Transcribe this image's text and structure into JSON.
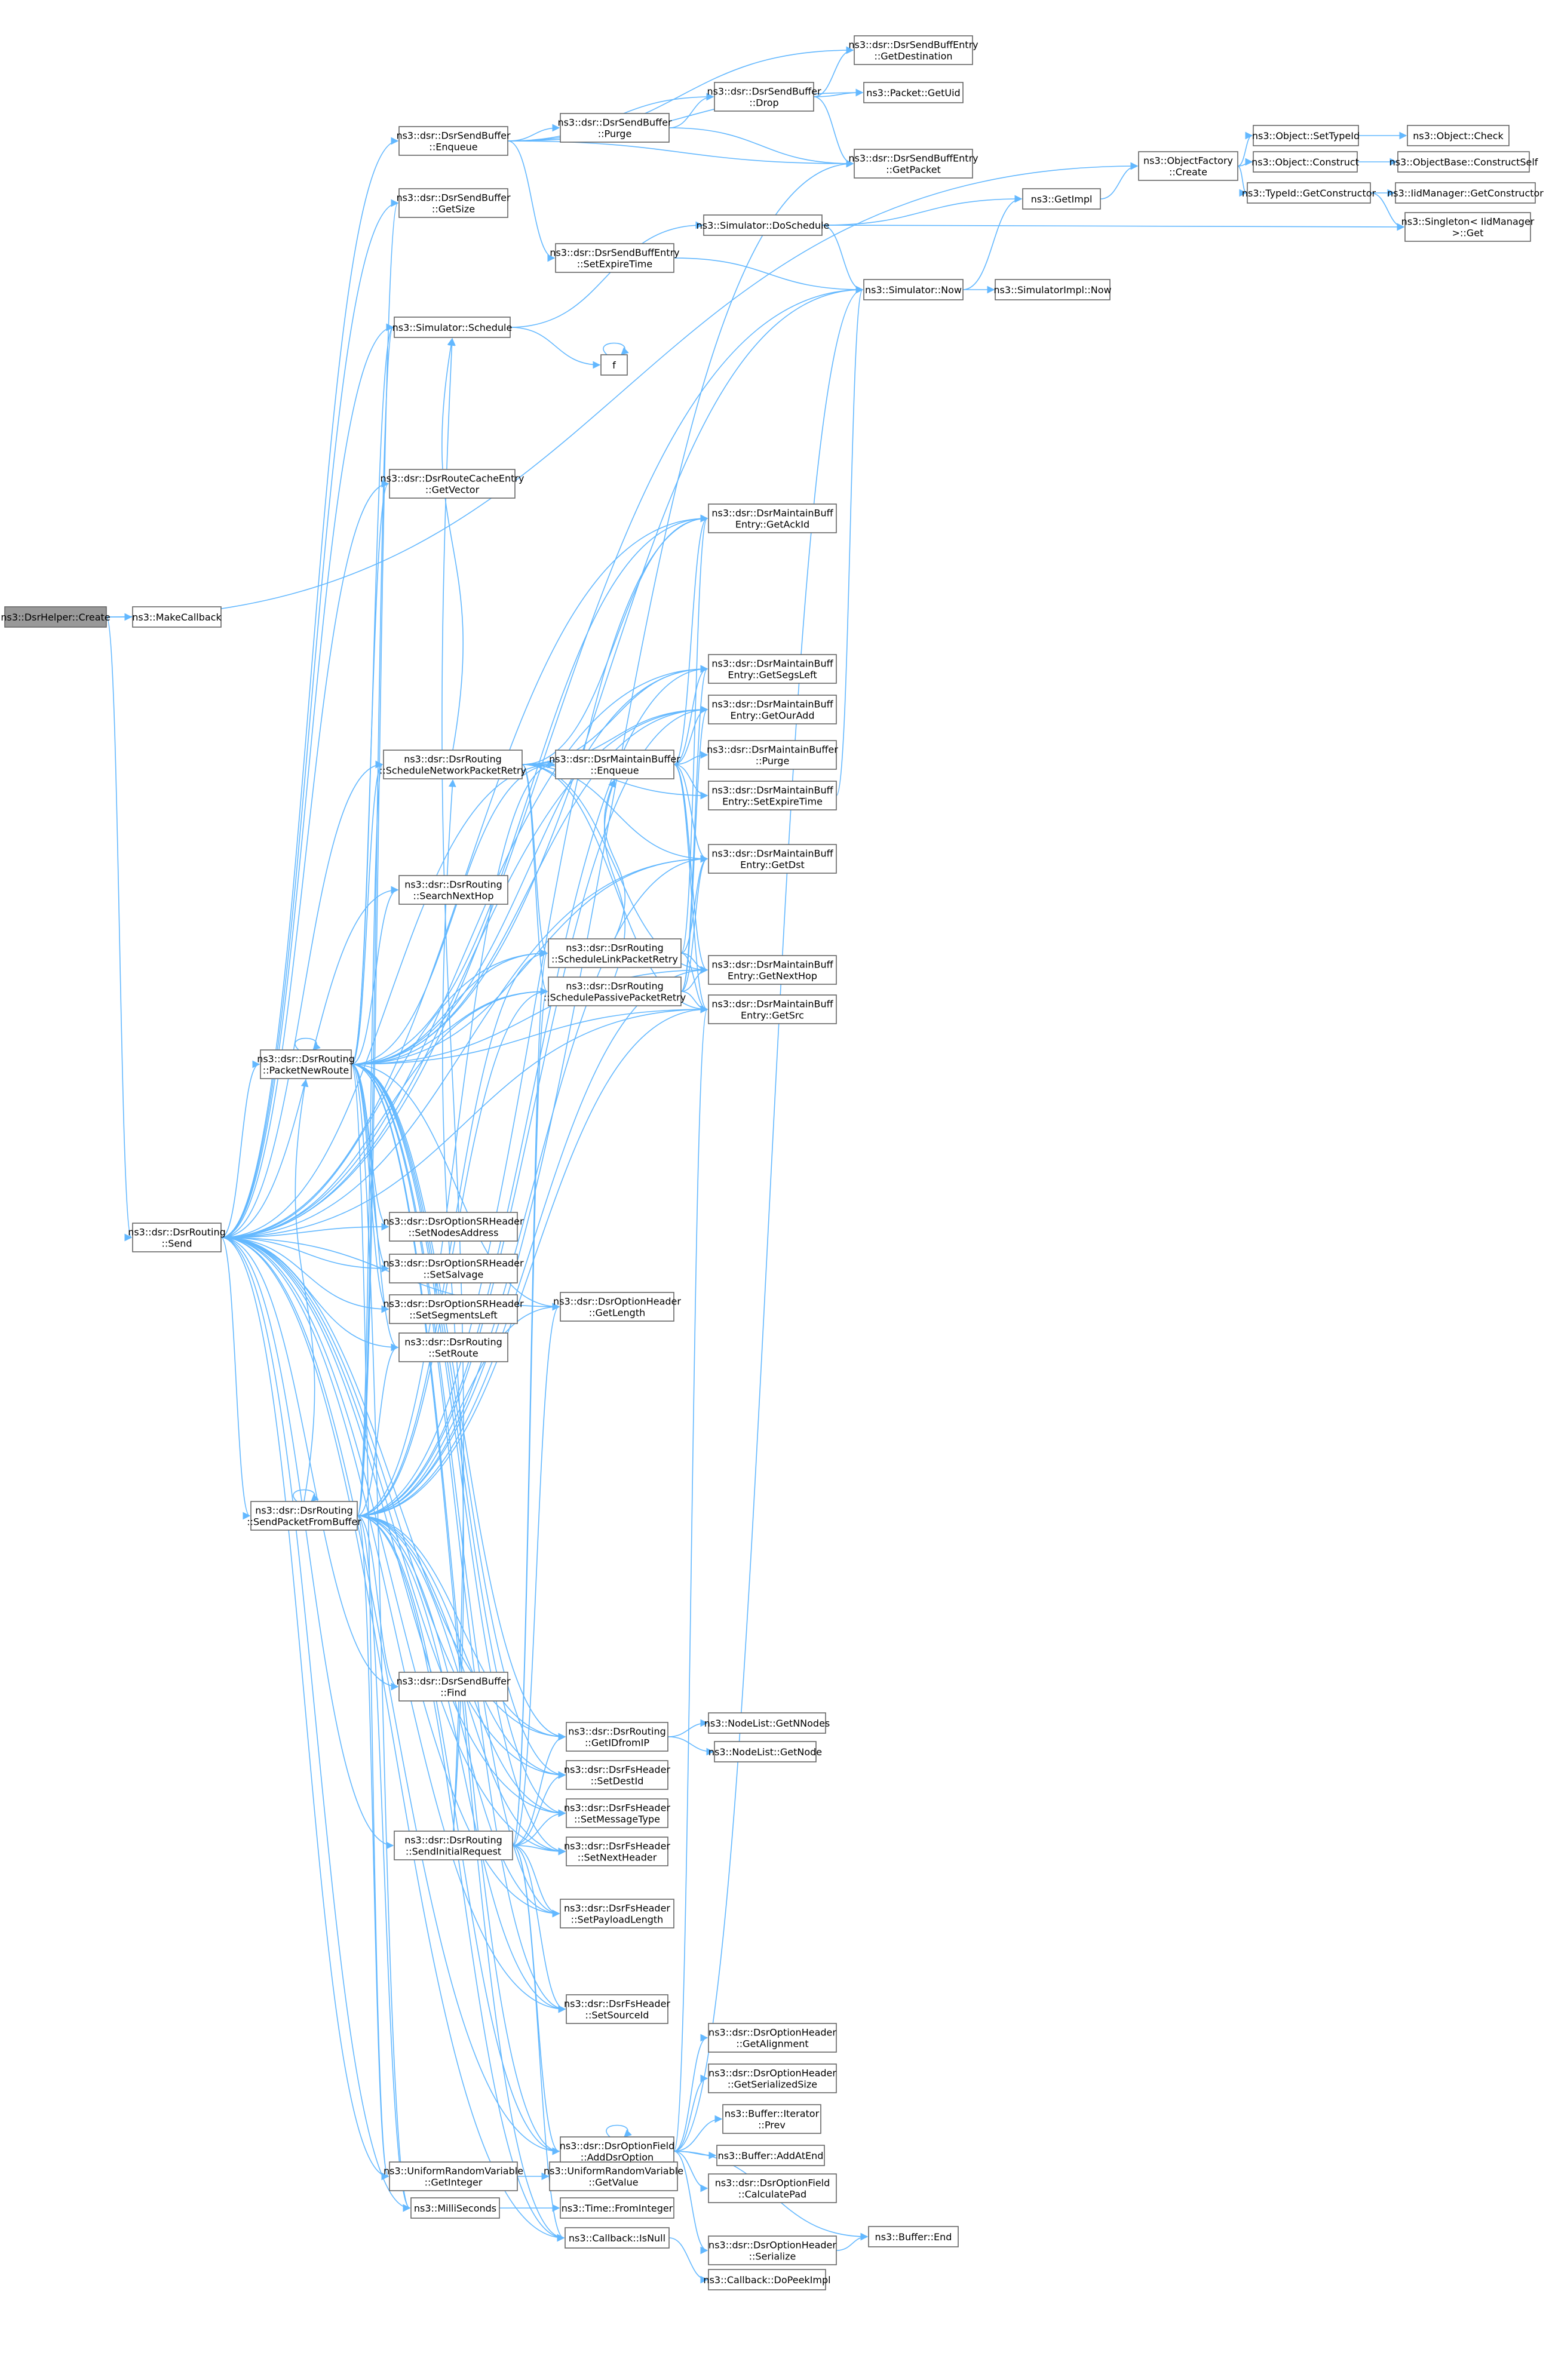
{
  "diagram": {
    "nodes": [
      {
        "id": "create",
        "lines": [
          "ns3::DsrHelper::Create"
        ],
        "style": "current"
      },
      {
        "id": "makecb",
        "lines": [
          "ns3::MakeCallback"
        ],
        "style": "normal"
      },
      {
        "id": "send",
        "lines": [
          "ns3::dsr::DsrRouting",
          "::Send"
        ],
        "style": "normal"
      },
      {
        "id": "pnr",
        "lines": [
          "ns3::dsr::DsrRouting",
          "::PacketNewRoute"
        ],
        "style": "normal"
      },
      {
        "id": "spfb",
        "lines": [
          "ns3::dsr::DsrRouting",
          "::SendPacketFromBuffer"
        ],
        "style": "red"
      },
      {
        "id": "sbenq",
        "lines": [
          "ns3::dsr::DsrSendBuffer",
          "::Enqueue"
        ],
        "style": "normal"
      },
      {
        "id": "sbgetsize",
        "lines": [
          "ns3::dsr::DsrSendBuffer",
          "::GetSize"
        ],
        "style": "normal"
      },
      {
        "id": "schedule",
        "lines": [
          "ns3::Simulator::Schedule"
        ],
        "style": "red"
      },
      {
        "id": "rcegetvec",
        "lines": [
          "ns3::dsr::DsrRouteCacheEntry",
          "::GetVector"
        ],
        "style": "normal"
      },
      {
        "id": "snprt",
        "lines": [
          "ns3::dsr::DsrRouting",
          "::ScheduleNetworkPacketRetry"
        ],
        "style": "red"
      },
      {
        "id": "snh",
        "lines": [
          "ns3::dsr::DsrRouting",
          "::SearchNextHop"
        ],
        "style": "normal"
      },
      {
        "id": "setnodes",
        "lines": [
          "ns3::dsr::DsrOptionSRHeader",
          "::SetNodesAddress"
        ],
        "style": "red"
      },
      {
        "id": "setsalv",
        "lines": [
          "ns3::dsr::DsrOptionSRHeader",
          "::SetSalvage"
        ],
        "style": "normal"
      },
      {
        "id": "setsegs",
        "lines": [
          "ns3::dsr::DsrOptionSRHeader",
          "::SetSegmentsLeft"
        ],
        "style": "normal"
      },
      {
        "id": "setroute",
        "lines": [
          "ns3::dsr::DsrRouting",
          "::SetRoute"
        ],
        "style": "normal"
      },
      {
        "id": "sbfind",
        "lines": [
          "ns3::dsr::DsrSendBuffer",
          "::Find"
        ],
        "style": "normal"
      },
      {
        "id": "sir",
        "lines": [
          "ns3::dsr::DsrRouting",
          "::SendInitialRequest"
        ],
        "style": "red"
      },
      {
        "id": "getint",
        "lines": [
          "ns3::UniformRandomVariable",
          "::GetInteger"
        ],
        "style": "normal"
      },
      {
        "id": "ms",
        "lines": [
          "ns3::MilliSeconds"
        ],
        "style": "normal"
      },
      {
        "id": "sbpurge",
        "lines": [
          "ns3::dsr::DsrSendBuffer",
          "::Purge"
        ],
        "style": "normal"
      },
      {
        "id": "sbeset",
        "lines": [
          "ns3::dsr::DsrSendBuffEntry",
          "::SetExpireTime"
        ],
        "style": "normal"
      },
      {
        "id": "f",
        "lines": [
          "f"
        ],
        "style": "normal"
      },
      {
        "id": "mbenq",
        "lines": [
          "ns3::dsr::DsrMaintainBuffer",
          "::Enqueue"
        ],
        "style": "normal"
      },
      {
        "id": "slprt",
        "lines": [
          "ns3::dsr::DsrRouting",
          "::ScheduleLinkPacketRetry"
        ],
        "style": "red"
      },
      {
        "id": "spprt",
        "lines": [
          "ns3::dsr::DsrRouting",
          "::SchedulePassivePacketRetry"
        ],
        "style": "red"
      },
      {
        "id": "ohlen",
        "lines": [
          "ns3::dsr::DsrOptionHeader",
          "::GetLength"
        ],
        "style": "normal"
      },
      {
        "id": "getid",
        "lines": [
          "ns3::dsr::DsrRouting",
          "::GetIDfromIP"
        ],
        "style": "normal"
      },
      {
        "id": "fsdest",
        "lines": [
          "ns3::dsr::DsrFsHeader",
          "::SetDestId"
        ],
        "style": "normal"
      },
      {
        "id": "fsmsg",
        "lines": [
          "ns3::dsr::DsrFsHeader",
          "::SetMessageType"
        ],
        "style": "normal"
      },
      {
        "id": "fsnext",
        "lines": [
          "ns3::dsr::DsrFsHeader",
          "::SetNextHeader"
        ],
        "style": "normal"
      },
      {
        "id": "fspay",
        "lines": [
          "ns3::dsr::DsrFsHeader",
          "::SetPayloadLength"
        ],
        "style": "normal"
      },
      {
        "id": "fssrc",
        "lines": [
          "ns3::dsr::DsrFsHeader",
          "::SetSourceId"
        ],
        "style": "normal"
      },
      {
        "id": "addopt",
        "lines": [
          "ns3::dsr::DsrOptionField",
          "::AddDsrOption"
        ],
        "style": "normal"
      },
      {
        "id": "isnull",
        "lines": [
          "ns3::Callback::IsNull"
        ],
        "style": "normal"
      },
      {
        "id": "getval",
        "lines": [
          "ns3::UniformRandomVariable",
          "::GetValue"
        ],
        "style": "normal"
      },
      {
        "id": "sbdrop",
        "lines": [
          "ns3::dsr::DsrSendBuffer",
          "::Drop"
        ],
        "style": "normal"
      },
      {
        "id": "dosched",
        "lines": [
          "ns3::Simulator::DoSchedule"
        ],
        "style": "red"
      },
      {
        "id": "mbackid",
        "lines": [
          "ns3::dsr::DsrMaintainBuff",
          "Entry::GetAckId"
        ],
        "style": "normal"
      },
      {
        "id": "mbsegs",
        "lines": [
          "ns3::dsr::DsrMaintainBuff",
          "Entry::GetSegsLeft"
        ],
        "style": "normal"
      },
      {
        "id": "mbours",
        "lines": [
          "ns3::dsr::DsrMaintainBuff",
          "Entry::GetOurAdd"
        ],
        "style": "normal"
      },
      {
        "id": "mbpurge",
        "lines": [
          "ns3::dsr::DsrMaintainBuffer",
          "::Purge"
        ],
        "style": "normal"
      },
      {
        "id": "mbexp",
        "lines": [
          "ns3::dsr::DsrMaintainBuff",
          "Entry::SetExpireTime"
        ],
        "style": "normal"
      },
      {
        "id": "mbdst",
        "lines": [
          "ns3::dsr::DsrMaintainBuff",
          "Entry::GetDst"
        ],
        "style": "normal"
      },
      {
        "id": "mbnext",
        "lines": [
          "ns3::dsr::DsrMaintainBuff",
          "Entry::GetNextHop"
        ],
        "style": "normal"
      },
      {
        "id": "mbsrc",
        "lines": [
          "ns3::dsr::DsrMaintainBuff",
          "Entry::GetSrc"
        ],
        "style": "normal"
      },
      {
        "id": "nlgetn",
        "lines": [
          "ns3::NodeList::GetNNodes"
        ],
        "style": "red"
      },
      {
        "id": "nlget",
        "lines": [
          "ns3::NodeList::GetNode"
        ],
        "style": "red"
      },
      {
        "id": "ohalign",
        "lines": [
          "ns3::dsr::DsrOptionHeader",
          "::GetAlignment"
        ],
        "style": "normal"
      },
      {
        "id": "ohser",
        "lines": [
          "ns3::dsr::DsrOptionHeader",
          "::GetSerializedSize"
        ],
        "style": "normal"
      },
      {
        "id": "bufprev",
        "lines": [
          "ns3::Buffer::Iterator",
          "::Prev"
        ],
        "style": "normal"
      },
      {
        "id": "bufadd",
        "lines": [
          "ns3::Buffer::AddAtEnd"
        ],
        "style": "red"
      },
      {
        "id": "calcpad",
        "lines": [
          "ns3::dsr::DsrOptionField",
          "::CalculatePad"
        ],
        "style": "red"
      },
      {
        "id": "ohserialize",
        "lines": [
          "ns3::dsr::DsrOptionHeader",
          "::Serialize"
        ],
        "style": "red"
      },
      {
        "id": "dopeek",
        "lines": [
          "ns3::Callback::DoPeekImpl"
        ],
        "style": "red"
      },
      {
        "id": "fromint",
        "lines": [
          "ns3::Time::FromInteger"
        ],
        "style": "red"
      },
      {
        "id": "sbedest",
        "lines": [
          "ns3::dsr::DsrSendBuffEntry",
          "::GetDestination"
        ],
        "style": "normal"
      },
      {
        "id": "getuid",
        "lines": [
          "ns3::Packet::GetUid"
        ],
        "style": "red"
      },
      {
        "id": "sbepkt",
        "lines": [
          "ns3::dsr::DsrSendBuffEntry",
          "::GetPacket"
        ],
        "style": "normal"
      },
      {
        "id": "getimpl",
        "lines": [
          "ns3::GetImpl"
        ],
        "style": "red"
      },
      {
        "id": "simnow",
        "lines": [
          "ns3::Simulator::Now"
        ],
        "style": "normal"
      },
      {
        "id": "bufend",
        "lines": [
          "ns3::Buffer::End"
        ],
        "style": "red"
      },
      {
        "id": "ofcreate",
        "lines": [
          "ns3::ObjectFactory",
          "::Create"
        ],
        "style": "normal"
      },
      {
        "id": "simimplnow",
        "lines": [
          "ns3::SimulatorImpl::Now"
        ],
        "style": "normal"
      },
      {
        "id": "settypeid",
        "lines": [
          "ns3::Object::SetTypeId"
        ],
        "style": "normal"
      },
      {
        "id": "objconstruct",
        "lines": [
          "ns3::Object::Construct"
        ],
        "style": "normal"
      },
      {
        "id": "tidgetctor",
        "lines": [
          "ns3::TypeId::GetConstructor"
        ],
        "style": "normal"
      },
      {
        "id": "singleton",
        "lines": [
          "ns3::Singleton< IidManager",
          ">::Get"
        ],
        "style": "normal"
      },
      {
        "id": "objcheck",
        "lines": [
          "ns3::Object::Check"
        ],
        "style": "red"
      },
      {
        "id": "obconstructself",
        "lines": [
          "ns3::ObjectBase::ConstructSelf"
        ],
        "style": "red"
      },
      {
        "id": "iidgetctor",
        "lines": [
          "ns3::IidManager::GetConstructor"
        ],
        "style": "red"
      }
    ],
    "edges": [
      [
        "create",
        "makecb"
      ],
      [
        "create",
        "send"
      ],
      [
        "create",
        "ofcreate"
      ],
      [
        "send",
        "pnr"
      ],
      [
        "send",
        "spfb"
      ],
      [
        "send",
        "sbenq"
      ],
      [
        "send",
        "sbgetsize"
      ],
      [
        "send",
        "schedule"
      ],
      [
        "send",
        "rcegetvec"
      ],
      [
        "send",
        "snprt"
      ],
      [
        "send",
        "snh"
      ],
      [
        "send",
        "setnodes"
      ],
      [
        "send",
        "setsalv"
      ],
      [
        "send",
        "setsegs"
      ],
      [
        "send",
        "setroute"
      ],
      [
        "send",
        "sbfind"
      ],
      [
        "send",
        "sir"
      ],
      [
        "send",
        "getint"
      ],
      [
        "send",
        "ms"
      ],
      [
        "send",
        "getid"
      ],
      [
        "send",
        "fsdest"
      ],
      [
        "send",
        "fsmsg"
      ],
      [
        "send",
        "fsnext"
      ],
      [
        "send",
        "fspay"
      ],
      [
        "send",
        "fssrc"
      ],
      [
        "send",
        "addopt"
      ],
      [
        "send",
        "isnull"
      ],
      [
        "send",
        "simnow"
      ],
      [
        "send",
        "mbenq"
      ],
      [
        "send",
        "ohlen"
      ],
      [
        "send",
        "slprt"
      ],
      [
        "send",
        "spprt"
      ],
      [
        "send",
        "mbackid"
      ],
      [
        "send",
        "mbsegs"
      ],
      [
        "send",
        "mbours"
      ],
      [
        "send",
        "mbdst"
      ],
      [
        "send",
        "mbsrc"
      ],
      [
        "pnr",
        "pnr"
      ],
      [
        "pnr",
        "schedule"
      ],
      [
        "pnr",
        "rcegetvec"
      ],
      [
        "pnr",
        "snprt"
      ],
      [
        "pnr",
        "snh"
      ],
      [
        "pnr",
        "setnodes"
      ],
      [
        "pnr",
        "setsalv"
      ],
      [
        "pnr",
        "setsegs"
      ],
      [
        "pnr",
        "setroute"
      ],
      [
        "pnr",
        "slprt"
      ],
      [
        "pnr",
        "spprt"
      ],
      [
        "pnr",
        "ohlen"
      ],
      [
        "pnr",
        "getid"
      ],
      [
        "pnr",
        "fsdest"
      ],
      [
        "pnr",
        "fsmsg"
      ],
      [
        "pnr",
        "fsnext"
      ],
      [
        "pnr",
        "fspay"
      ],
      [
        "pnr",
        "fssrc"
      ],
      [
        "pnr",
        "addopt"
      ],
      [
        "pnr",
        "isnull"
      ],
      [
        "pnr",
        "getint"
      ],
      [
        "pnr",
        "ms"
      ],
      [
        "pnr",
        "mbenq"
      ],
      [
        "pnr",
        "mbackid"
      ],
      [
        "pnr",
        "mbsegs"
      ],
      [
        "pnr",
        "mbours"
      ],
      [
        "pnr",
        "mbdst"
      ],
      [
        "pnr",
        "mbnext"
      ],
      [
        "pnr",
        "mbsrc"
      ],
      [
        "pnr",
        "simnow"
      ],
      [
        "spfb",
        "spfb"
      ],
      [
        "spfb",
        "pnr"
      ],
      [
        "spfb",
        "sbfind"
      ],
      [
        "spfb",
        "sbgetsize"
      ],
      [
        "spfb",
        "schedule"
      ],
      [
        "spfb",
        "snprt"
      ],
      [
        "spfb",
        "slprt"
      ],
      [
        "spfb",
        "spprt"
      ],
      [
        "spfb",
        "setroute"
      ],
      [
        "spfb",
        "ohlen"
      ],
      [
        "spfb",
        "getid"
      ],
      [
        "spfb",
        "fsdest"
      ],
      [
        "spfb",
        "fsmsg"
      ],
      [
        "spfb",
        "fsnext"
      ],
      [
        "spfb",
        "fspay"
      ],
      [
        "spfb",
        "fssrc"
      ],
      [
        "spfb",
        "addopt"
      ],
      [
        "spfb",
        "isnull"
      ],
      [
        "spfb",
        "getint"
      ],
      [
        "spfb",
        "ms"
      ],
      [
        "spfb",
        "mbenq"
      ],
      [
        "spfb",
        "mbdst"
      ],
      [
        "spfb",
        "mbsrc"
      ],
      [
        "spfb",
        "mbnext"
      ],
      [
        "spfb",
        "sbepkt"
      ],
      [
        "spfb",
        "mbours"
      ],
      [
        "spfb",
        "mbackid"
      ],
      [
        "spfb",
        "mbsegs"
      ],
      [
        "sbenq",
        "sbedest"
      ],
      [
        "sbenq",
        "getuid"
      ],
      [
        "sbenq",
        "sbdrop"
      ],
      [
        "sbenq",
        "sbpurge"
      ],
      [
        "sbenq",
        "sbepkt"
      ],
      [
        "sbenq",
        "sbeset"
      ],
      [
        "sbpurge",
        "sbdrop"
      ],
      [
        "sbpurge",
        "sbepkt"
      ],
      [
        "sbdrop",
        "sbedest"
      ],
      [
        "sbdrop",
        "getuid"
      ],
      [
        "sbdrop",
        "sbepkt"
      ],
      [
        "sbeset",
        "simnow"
      ],
      [
        "schedule",
        "dosched"
      ],
      [
        "schedule",
        "f"
      ],
      [
        "f",
        "f"
      ],
      [
        "dosched",
        "getimpl"
      ],
      [
        "dosched",
        "simnow"
      ],
      [
        "dosched",
        "singleton"
      ],
      [
        "getimpl",
        "ofcreate"
      ],
      [
        "simnow",
        "getimpl"
      ],
      [
        "simnow",
        "simimplnow"
      ],
      [
        "ofcreate",
        "settypeid"
      ],
      [
        "ofcreate",
        "objconstruct"
      ],
      [
        "ofcreate",
        "tidgetctor"
      ],
      [
        "settypeid",
        "objcheck"
      ],
      [
        "objconstruct",
        "obconstructself"
      ],
      [
        "tidgetctor",
        "iidgetctor"
      ],
      [
        "tidgetctor",
        "singleton"
      ],
      [
        "snprt",
        "mbenq"
      ],
      [
        "snprt",
        "mbackid"
      ],
      [
        "snprt",
        "mbsegs"
      ],
      [
        "snprt",
        "mbours"
      ],
      [
        "snprt",
        "mbdst"
      ],
      [
        "snprt",
        "mbnext"
      ],
      [
        "snprt",
        "mbsrc"
      ],
      [
        "snprt",
        "mbexp"
      ],
      [
        "snprt",
        "schedule"
      ],
      [
        "snprt",
        "slprt"
      ],
      [
        "snprt",
        "spprt"
      ],
      [
        "mbenq",
        "mbackid"
      ],
      [
        "mbenq",
        "mbsegs"
      ],
      [
        "mbenq",
        "mbours"
      ],
      [
        "mbenq",
        "mbpurge"
      ],
      [
        "mbenq",
        "mbexp"
      ],
      [
        "mbenq",
        "mbdst"
      ],
      [
        "mbenq",
        "mbnext"
      ],
      [
        "mbenq",
        "mbsrc"
      ],
      [
        "mbexp",
        "simnow"
      ],
      [
        "slprt",
        "mbenq"
      ],
      [
        "slprt",
        "mbackid"
      ],
      [
        "slprt",
        "mbdst"
      ],
      [
        "slprt",
        "mbnext"
      ],
      [
        "slprt",
        "mbsrc"
      ],
      [
        "spprt",
        "mbenq"
      ],
      [
        "spprt",
        "mbsegs"
      ],
      [
        "spprt",
        "mbours"
      ],
      [
        "spprt",
        "mbdst"
      ],
      [
        "spprt",
        "mbnext"
      ],
      [
        "spprt",
        "mbsrc"
      ],
      [
        "getid",
        "nlgetn"
      ],
      [
        "getid",
        "nlget"
      ],
      [
        "sir",
        "snprt"
      ],
      [
        "sir",
        "getid"
      ],
      [
        "sir",
        "fsdest"
      ],
      [
        "sir",
        "fsmsg"
      ],
      [
        "sir",
        "fsnext"
      ],
      [
        "sir",
        "fspay"
      ],
      [
        "sir",
        "fssrc"
      ],
      [
        "sir",
        "addopt"
      ],
      [
        "sir",
        "isnull"
      ],
      [
        "sir",
        "ohlen"
      ],
      [
        "sir",
        "schedule"
      ],
      [
        "sir",
        "slprt"
      ],
      [
        "sir",
        "spprt"
      ],
      [
        "addopt",
        "ohalign"
      ],
      [
        "addopt",
        "ohser"
      ],
      [
        "addopt",
        "bufprev"
      ],
      [
        "addopt",
        "bufadd"
      ],
      [
        "addopt",
        "calcpad"
      ],
      [
        "addopt",
        "ohserialize"
      ],
      [
        "addopt",
        "bufend"
      ],
      [
        "addopt",
        "addopt"
      ],
      [
        "addopt",
        "mbsrc"
      ],
      [
        "addopt",
        "simnow"
      ],
      [
        "ohserialize",
        "bufend"
      ],
      [
        "isnull",
        "dopeek"
      ],
      [
        "getint",
        "getval"
      ],
      [
        "getval",
        "getval"
      ],
      [
        "ms",
        "fromint"
      ]
    ]
  }
}
